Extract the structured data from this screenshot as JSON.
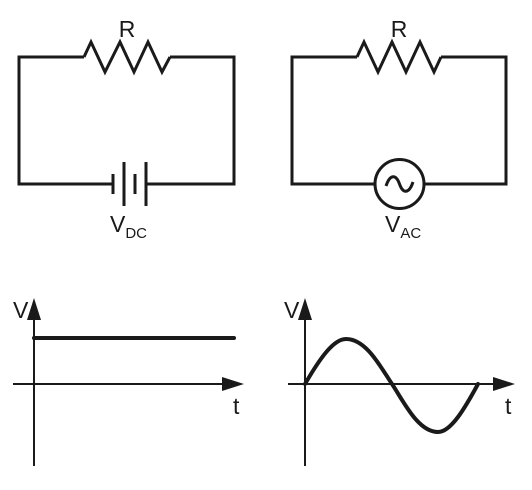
{
  "dc_circuit": {
    "resistor_label": "R",
    "source_label": "V",
    "source_subscript": "DC"
  },
  "ac_circuit": {
    "resistor_label": "R",
    "source_label": "V",
    "source_subscript": "AC"
  },
  "dc_graph": {
    "y_label": "V",
    "x_label": "t"
  },
  "ac_graph": {
    "y_label": "V",
    "x_label": "t"
  }
}
